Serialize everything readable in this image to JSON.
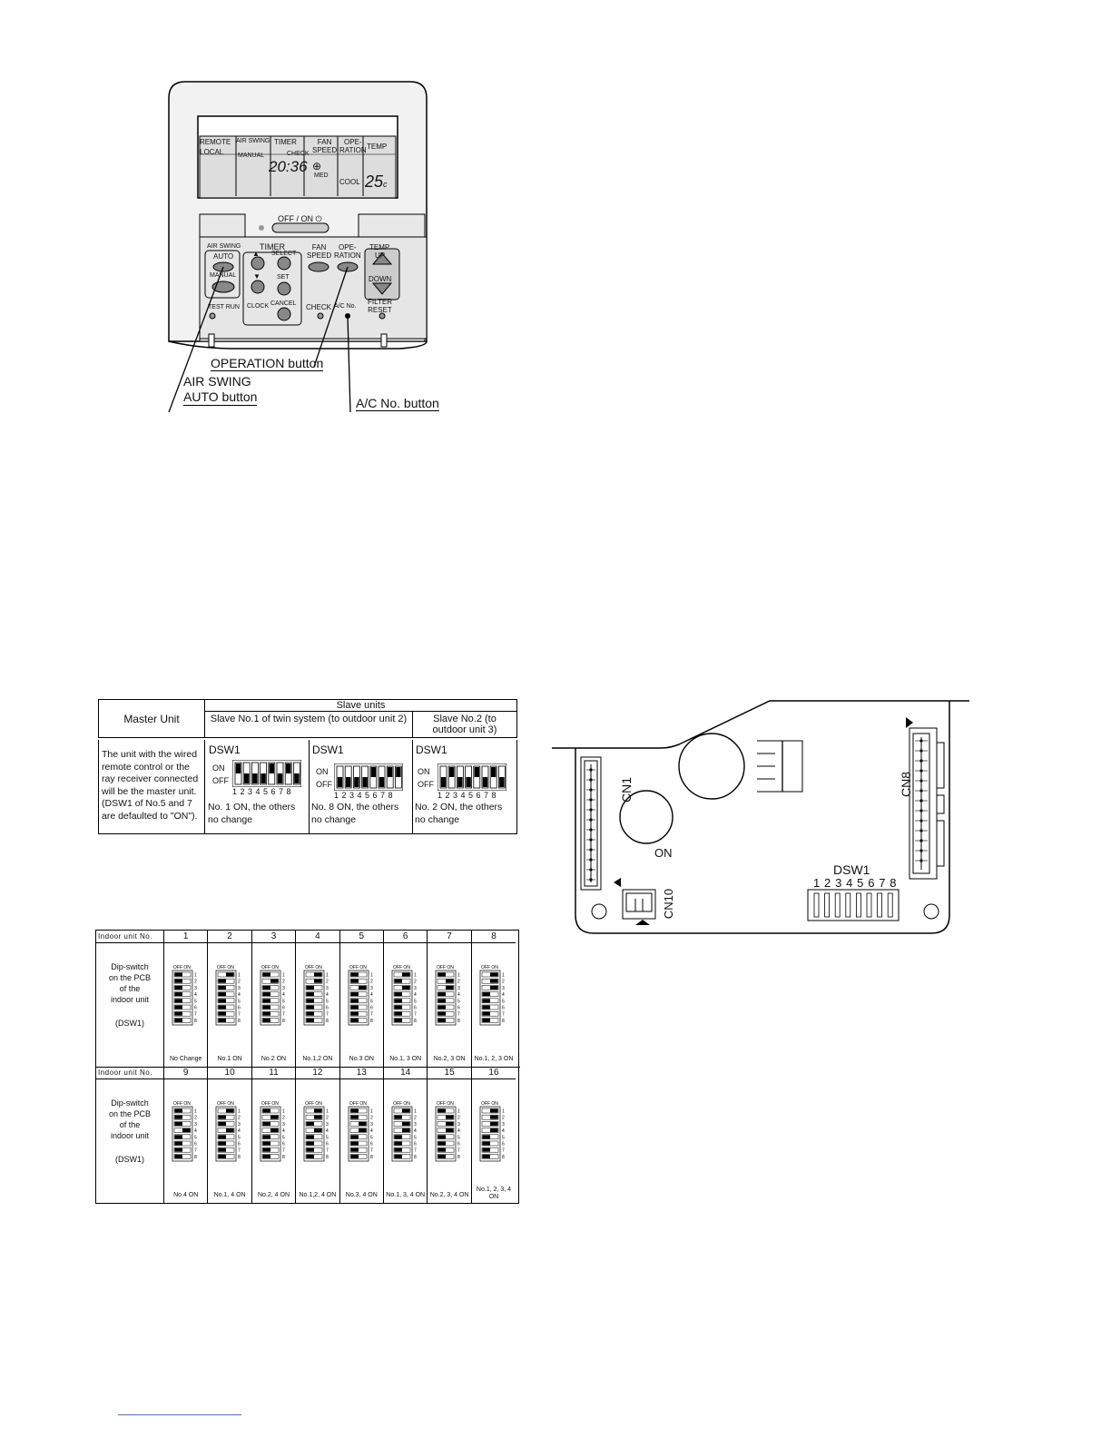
{
  "remote": {
    "lcd": {
      "remote": "REMOTE",
      "local": "LOCAL",
      "air_swing": "AIR SWING",
      "manual": "MANUAL",
      "timer": "TIMER",
      "check": "CHECK",
      "time": "20:36",
      "fan_speed_1": "FAN",
      "fan_speed_2": "SPEED",
      "med": "MED",
      "operation_1": "OPE-",
      "operation_2": "RATION",
      "cool": "COOL",
      "temp": "TEMP",
      "temp_value": "25",
      "temp_unit": "c"
    },
    "buttons": {
      "off_on": "OFF / ON",
      "air_swing": "AIR SWING",
      "auto": "AUTO",
      "manual": "MANUAL",
      "test_run": "TEST RUN",
      "timer": "TIMER",
      "select": "SELECT",
      "set": "SET",
      "clock": "CLOCK",
      "cancel": "CANCEL",
      "fan_1": "FAN",
      "fan_2": "SPEED",
      "ope_1": "OPE-",
      "ope_2": "RATION",
      "check": "CHECK",
      "ac_no": "A/C No.",
      "temp": "TEMP",
      "up": "UP",
      "down": "DOWN",
      "filter_1": "FILTER",
      "filter_2": "RESET"
    },
    "callouts": {
      "operation": "OPERATION button",
      "air_swing_1": "AIR SWING",
      "air_swing_2": "AUTO button",
      "ac_no": "A/C No. button"
    }
  },
  "master_table": {
    "master_header": "Master Unit",
    "slave_header": "Slave units",
    "slave1_header": "Slave No.1 of twin system (to outdoor unit 2)",
    "slave2_header": "Slave No.2 (to outdoor unit 3)",
    "master_text": "The unit with the wired remote control or the ray receiver connected will be the master unit. (DSW1 of No.5 and 7 are defaulted to \"ON\").",
    "dsw": "DSW1",
    "on": "ON",
    "off": "OFF",
    "numbers": "1 2 3 4 5 6 7 8",
    "slave1_note": "No. 1 ON, the others no change",
    "slave2_note": "No. 8 ON, the others no change",
    "slave3_note": "No. 2 ON, the others no change"
  },
  "indoor_table": {
    "unit_no_label": "Indoor unit No.",
    "row_label_1": "Dip-switch",
    "row_label_2": "on the PCB",
    "row_label_3": "of the",
    "row_label_4": "indoor unit",
    "row_label_5": "(DSW1)",
    "off_on": "OFF ON",
    "row1": [
      {
        "no": "1",
        "caption": "No Change",
        "on": []
      },
      {
        "no": "2",
        "caption": "No.1 ON",
        "on": [
          1
        ]
      },
      {
        "no": "3",
        "caption": "No.2 ON",
        "on": [
          2
        ]
      },
      {
        "no": "4",
        "caption": "No.1,2 ON",
        "on": [
          1,
          2
        ]
      },
      {
        "no": "5",
        "caption": "No.3 ON",
        "on": [
          3
        ]
      },
      {
        "no": "6",
        "caption": "No.1, 3 ON",
        "on": [
          1,
          3
        ]
      },
      {
        "no": "7",
        "caption": "No.2, 3 ON",
        "on": [
          2,
          3
        ]
      },
      {
        "no": "8",
        "caption": "No.1, 2, 3 ON",
        "on": [
          1,
          2,
          3
        ]
      }
    ],
    "row2": [
      {
        "no": "9",
        "caption": "No.4 ON",
        "on": [
          4
        ]
      },
      {
        "no": "10",
        "caption": "No.1, 4 ON",
        "on": [
          1,
          4
        ]
      },
      {
        "no": "11",
        "caption": "No.2, 4 ON",
        "on": [
          2,
          4
        ]
      },
      {
        "no": "12",
        "caption": "No.1,2, 4 ON",
        "on": [
          1,
          2,
          4
        ]
      },
      {
        "no": "13",
        "caption": "No.3, 4 ON",
        "on": [
          3,
          4
        ]
      },
      {
        "no": "14",
        "caption": "No.1, 3, 4 ON",
        "on": [
          1,
          3,
          4
        ]
      },
      {
        "no": "15",
        "caption": "No.2, 3, 4 ON",
        "on": [
          2,
          3,
          4
        ]
      },
      {
        "no": "16",
        "caption": "No.1, 2, 3, 4 ON",
        "on": [
          1,
          2,
          3,
          4
        ]
      }
    ]
  },
  "pcb": {
    "cn1": "CN1",
    "cn8": "CN8",
    "cn10": "CN10",
    "on": "ON",
    "dsw": "DSW1",
    "numbers": "1 2 3 4 5 6 7 8"
  }
}
